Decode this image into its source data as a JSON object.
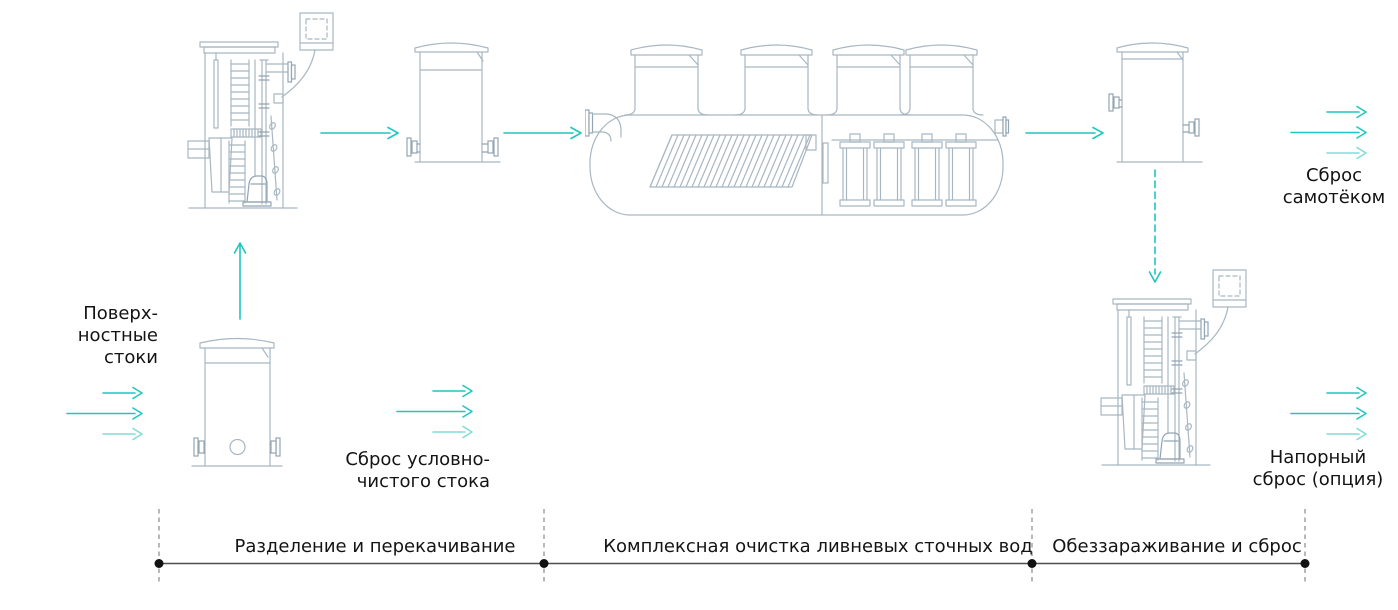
{
  "labels": {
    "surface_runoff": "Поверх-\nностные\nстоки",
    "conditionally_clean_discharge": "Сброс условно-\nчистого стока",
    "gravity_discharge": "Сброс\nсамотёком",
    "pressure_discharge": "Напорный\nсброс (опция)"
  },
  "stages": [
    {
      "label": "Разделение и перекачивание"
    },
    {
      "label": "Комплексная очистка ливневых сточных вод"
    },
    {
      "label": "Обеззараживание и сброс"
    }
  ],
  "colors": {
    "accent": "#1fc7bf",
    "accent_light": "#82dcd8",
    "equipment": "#a8b7c2",
    "equipment_dark": "#93a5b2",
    "text": "#141414",
    "timeline_line": "#4f4f4f",
    "timeline_dot": "#111111",
    "timeline_dash": "#8a8a8a"
  }
}
